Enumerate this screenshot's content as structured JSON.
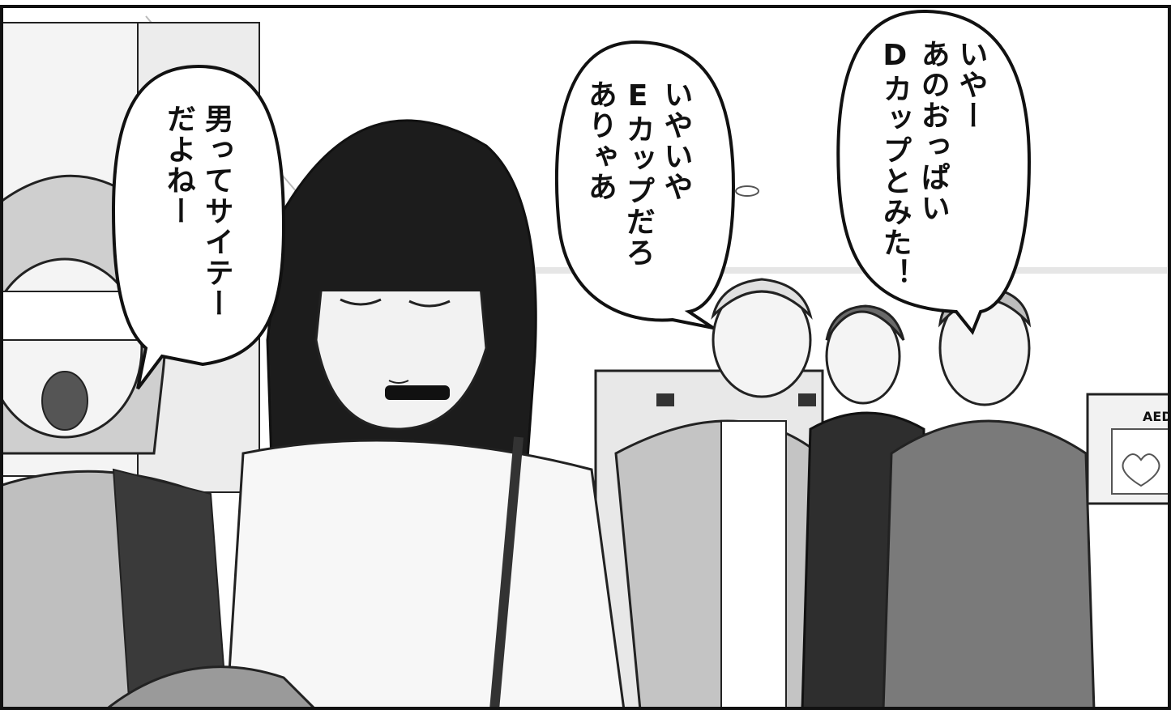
{
  "panel": {
    "palette": {
      "ink": "#111111",
      "paper": "#ffffff",
      "light_gray": "#d9d9d9",
      "mid_gray": "#9a9a9a",
      "dark_gray": "#4a4a4a"
    },
    "bubbles": {
      "left": {
        "speaker": "friend",
        "line1": "男ってサイテー",
        "line2": "だよねー"
      },
      "middle": {
        "speaker": "curly-haired-man",
        "line1": "いやいや",
        "line2": "Eカップだろ",
        "line3": "ありゃあ"
      },
      "right": {
        "speaker": "hooded-man",
        "line1": "いやー",
        "line2": "あのおっぱい",
        "line3": "Dカップとみた！"
      }
    },
    "wall_sign": {
      "text": "AED"
    }
  }
}
